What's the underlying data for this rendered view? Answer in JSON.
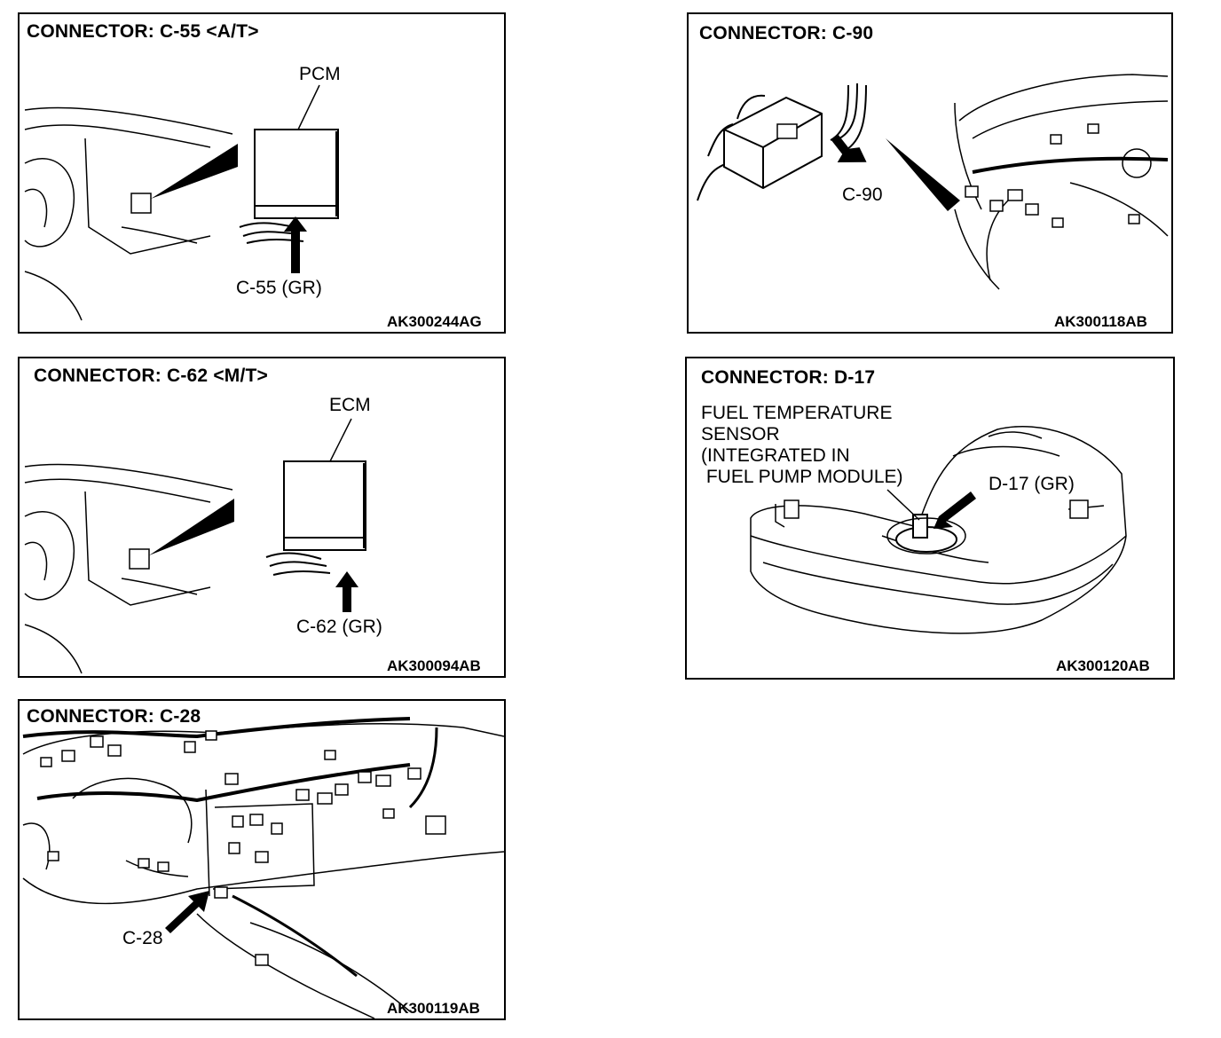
{
  "panels": {
    "c55": {
      "title": "CONNECTOR: C-55 <A/T>",
      "module": "PCM",
      "connector": "C-55 (GR)",
      "code": "AK300244AG"
    },
    "c90": {
      "title": "CONNECTOR: C-90",
      "connector": "C-90",
      "code": "AK300118AB"
    },
    "c62": {
      "title": "CONNECTOR: C-62 <M/T>",
      "module": "ECM",
      "connector": "C-62 (GR)",
      "code": "AK300094AB"
    },
    "d17": {
      "title": "CONNECTOR: D-17",
      "sensor_lines": [
        "FUEL TEMPERATURE",
        "SENSOR",
        "(INTEGRATED IN",
        " FUEL PUMP MODULE)"
      ],
      "connector": "D-17 (GR)",
      "code": "AK300120AB"
    },
    "c28": {
      "title": "CONNECTOR: C-28",
      "connector": "C-28",
      "code": "AK300119AB"
    }
  }
}
